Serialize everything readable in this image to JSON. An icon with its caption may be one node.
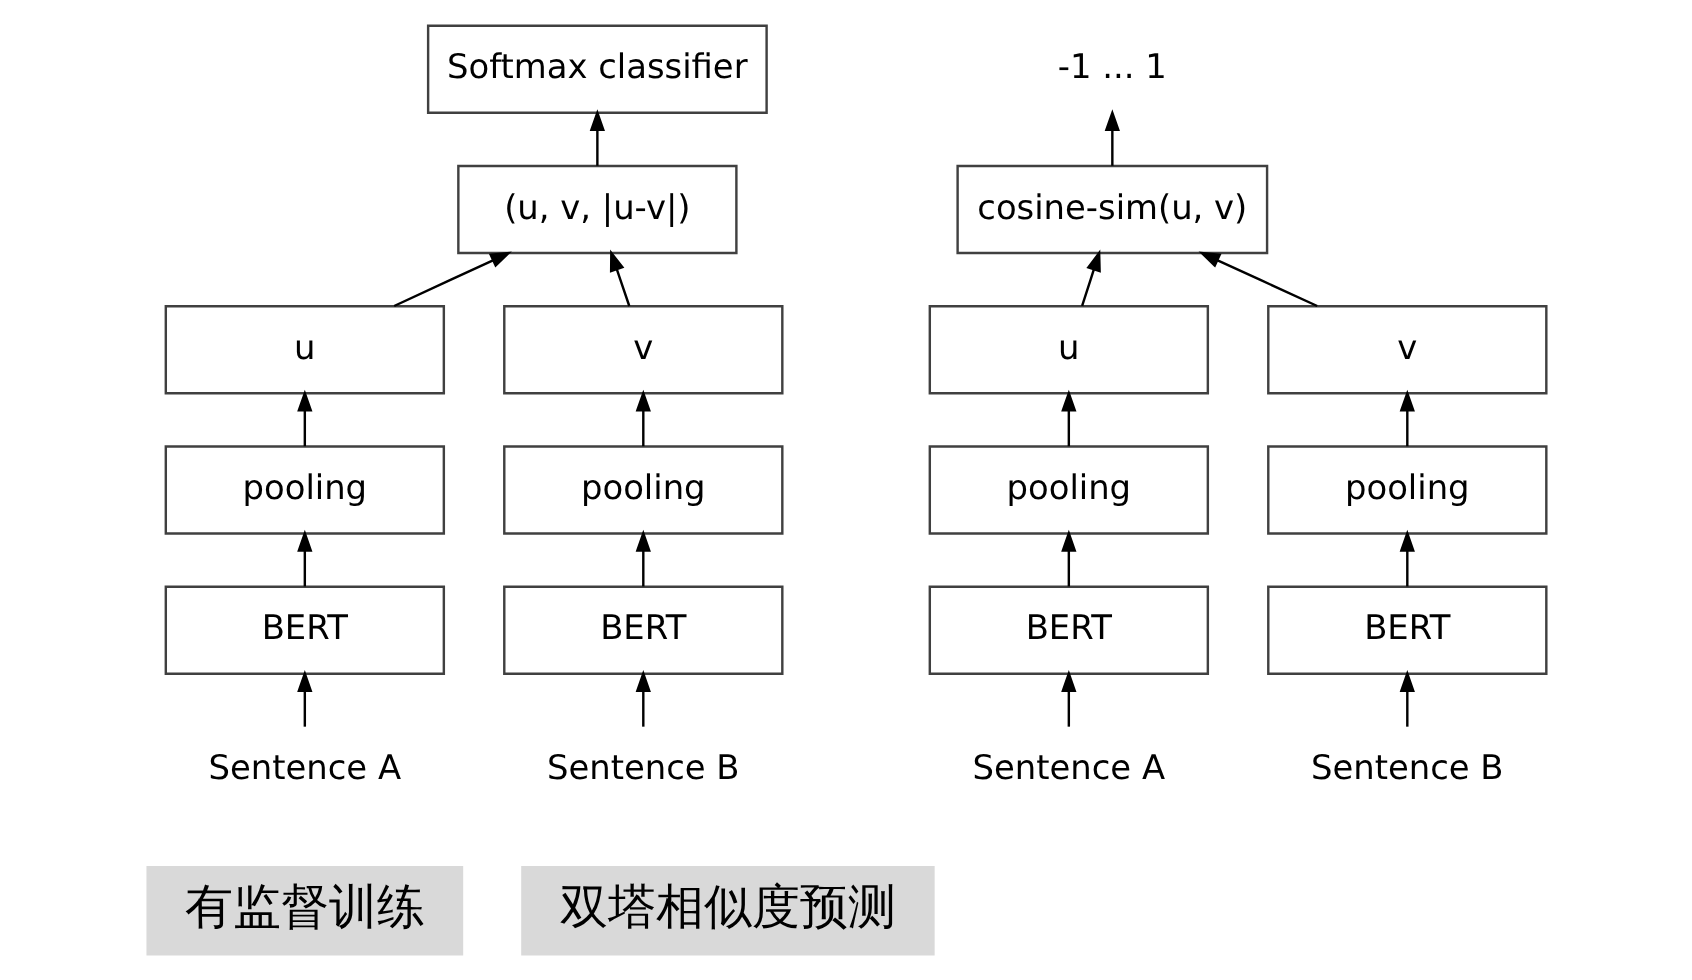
{
  "diagram": {
    "nodes": [
      {
        "text": [
          "Softmax classifier"
        ]
      },
      {
        "text": [
          "(u, v, |u-v|)"
        ]
      },
      {
        "text": [
          "u"
        ]
      },
      {
        "text": [
          "v"
        ]
      },
      {
        "text": [
          "pooling"
        ]
      },
      {
        "text": [
          "pooling"
        ]
      },
      {
        "text": [
          "BERT"
        ]
      },
      {
        "text": [
          "BERT"
        ]
      },
      {
        "text": [
          "Sentence A"
        ]
      },
      {
        "text": [
          "Sentence B"
        ]
      },
      {
        "text": [
          "-1 ... 1"
        ]
      },
      {
        "text": [
          "cosine-sim(u, v)"
        ]
      },
      {
        "text": [
          "u"
        ]
      },
      {
        "text": [
          "v"
        ]
      },
      {
        "text": [
          "pooling"
        ]
      },
      {
        "text": [
          "pooling"
        ]
      },
      {
        "text": [
          "BERT"
        ]
      },
      {
        "text": [
          "BERT"
        ]
      },
      {
        "text": [
          "Sentence A"
        ]
      },
      {
        "text": [
          "Sentence B"
        ]
      },
      {
        "text": [
          "有监督训练"
        ]
      },
      {
        "text": [
          "双塔相似度预测"
        ]
      }
    ],
    "edges": [
      {
        "from": 1,
        "to": 0,
        "arrow": "to"
      },
      {
        "from": 2,
        "to": 1,
        "arrow": "to"
      },
      {
        "from": 3,
        "to": 1,
        "arrow": "to"
      },
      {
        "from": 4,
        "to": 2,
        "arrow": "to"
      },
      {
        "from": 5,
        "to": 3,
        "arrow": "to"
      },
      {
        "from": 6,
        "to": 4,
        "arrow": "to"
      },
      {
        "from": 7,
        "to": 5,
        "arrow": "to"
      },
      {
        "from": 8,
        "to": 6,
        "arrow": "to"
      },
      {
        "from": 9,
        "to": 7,
        "arrow": "to"
      },
      {
        "from": 11,
        "to": 10,
        "arrow": "to"
      },
      {
        "from": 12,
        "to": 11,
        "arrow": "to"
      },
      {
        "from": 13,
        "to": 11,
        "arrow": "to"
      },
      {
        "from": 14,
        "to": 12,
        "arrow": "to"
      },
      {
        "from": 15,
        "to": 13,
        "arrow": "to"
      },
      {
        "from": 16,
        "to": 14,
        "arrow": "to"
      },
      {
        "from": 17,
        "to": 15,
        "arrow": "to"
      },
      {
        "from": 18,
        "to": 16,
        "arrow": "to"
      },
      {
        "from": 19,
        "to": 17,
        "arrow": "to"
      }
    ]
  }
}
